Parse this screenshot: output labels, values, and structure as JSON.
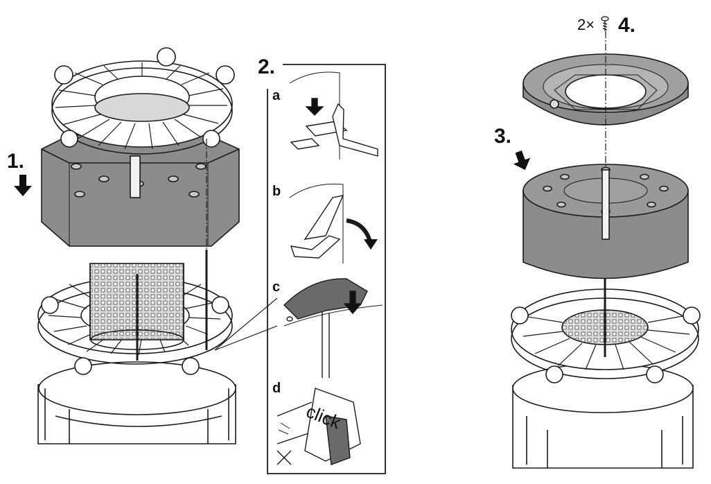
{
  "steps": {
    "step1": "1.",
    "step2": "2.",
    "step3": "3.",
    "step4": "4."
  },
  "substeps": {
    "a": "a",
    "b": "b",
    "c": "c",
    "d": "d"
  },
  "screw_quantity": "2×",
  "click_text": "click",
  "colors": {
    "housing_gray": "#8c8c8c",
    "line": "#1a1a1a",
    "background": "#ffffff"
  },
  "icons": [
    "down-arrow-icon",
    "curved-arrow-icon",
    "screw-icon",
    "cross-mark-icon"
  ]
}
